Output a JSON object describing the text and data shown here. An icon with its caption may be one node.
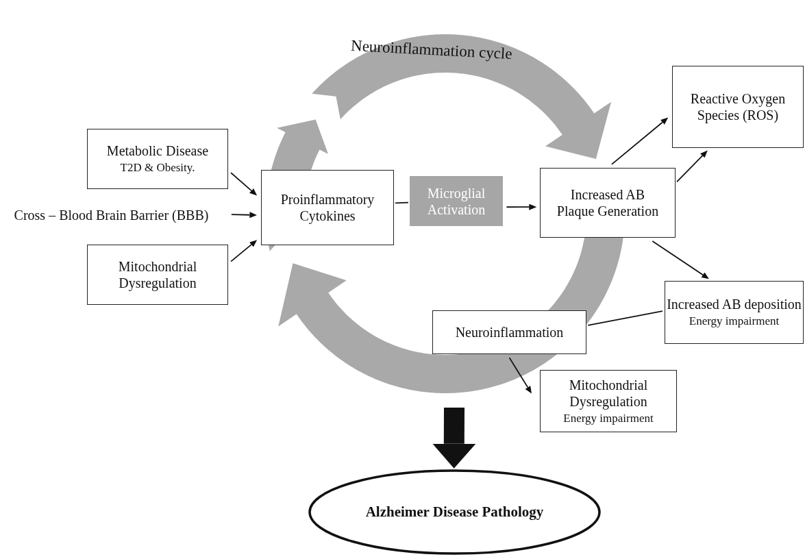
{
  "diagram": {
    "nodes": [
      {
        "text": [
          "Metabolic Disease",
          "T2D & Obesity."
        ]
      },
      {
        "text": [
          "Cross – Blood Brain Barrier (BBB)"
        ]
      },
      {
        "text": [
          "Mitochondrial Dysregulation"
        ]
      },
      {
        "text": [
          "Proinflammatory Cytokines"
        ]
      },
      {
        "text": [
          "Microglial Activation"
        ]
      },
      {
        "text": [
          "Increased AB Plaque Generation"
        ]
      },
      {
        "text": [
          "Reactive Oxygen Species (ROS)"
        ]
      },
      {
        "text": [
          "Increased AB deposition",
          "Energy impairment"
        ]
      },
      {
        "text": [
          "Neuroinflammation"
        ]
      },
      {
        "text": [
          "Mitochondrial Dysregulation",
          "Energy impairment"
        ]
      },
      {
        "text": [
          "Alzheimer Disease Pathology"
        ]
      }
    ],
    "edges": [
      {
        "from": 0,
        "to": 3,
        "arrow": "to"
      },
      {
        "from": 1,
        "to": 3,
        "arrow": "to"
      },
      {
        "from": 2,
        "to": 3,
        "arrow": "to"
      },
      {
        "from": 3,
        "to": 4,
        "arrow": "none"
      },
      {
        "from": 4,
        "to": 5,
        "arrow": "to"
      },
      {
        "from": 5,
        "to": 6,
        "arrow": "to"
      },
      {
        "from": 5,
        "to": 6,
        "arrow": "to"
      },
      {
        "from": 5,
        "to": 7,
        "arrow": "to"
      },
      {
        "from": 8,
        "to": 7,
        "arrow": "none"
      },
      {
        "from": 8,
        "to": 9,
        "arrow": "to"
      },
      {
        "from": null,
        "to": 10,
        "arrow": "to",
        "style": "thick"
      }
    ],
    "labels": [
      "Neuroinflammation cycle"
    ]
  }
}
